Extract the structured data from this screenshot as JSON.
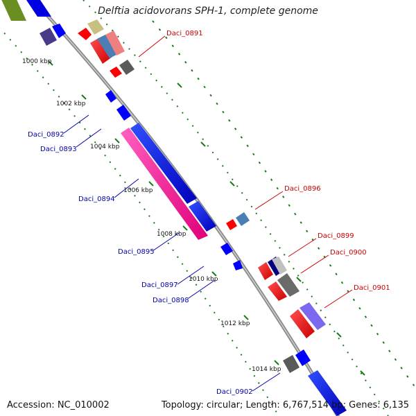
{
  "title": "Delftia acidovorans SPH-1, complete genome",
  "accession": "Accession: NC_010002",
  "topology": "Topology: circular; Length: 6,767,514 bp; Genes: 6,135",
  "tick_labels": [
    "1000 kbp",
    "1002 kbp",
    "1004 kbp",
    "1006 kbp",
    "1008 kbp",
    "1010 kbp",
    "1012 kbp",
    "1014 kbp"
  ],
  "gene_labels": {
    "plus": [
      "Daci_0891",
      "Daci_0896",
      "Daci_0899",
      "Daci_0900",
      "Daci_0901"
    ],
    "minus": [
      "Daci_0892",
      "Daci_0893",
      "Daci_0894",
      "Daci_0895",
      "Daci_0897",
      "Daci_0898",
      "Daci_0902"
    ]
  },
  "colors": {
    "plus_label": "#cc0000",
    "minus_label": "#0000aa",
    "backbone": "#8a8a8a",
    "tick": "#1a7a1a",
    "gene_red": "#ff0000",
    "gene_blue": "#0000ff",
    "gene_magenta": "#ff1aa0",
    "gene_gray": "#6a6a6a",
    "gene_steel": "#4a7fb5",
    "gene_olive": "#6b8e23",
    "gene_khaki": "#c8c080",
    "gene_indigo": "#4a3a8a",
    "gene_pink": "#f08080",
    "gene_violet": "#7b68ee",
    "gene_navy": "#000080",
    "gene_silver": "#c0c0c0"
  }
}
